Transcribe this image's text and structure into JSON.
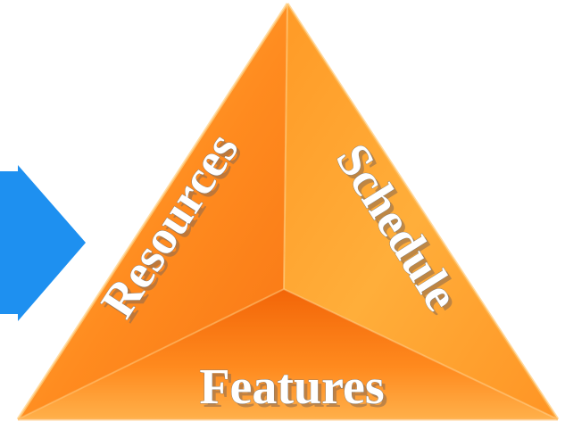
{
  "diagram": {
    "labels": {
      "left": "Resources",
      "right": "Schedule",
      "bottom": "Features"
    }
  },
  "colors": {
    "arrow": "#1E90F0",
    "face_light": "#FFB84A",
    "face_mid": "#FF8A1E",
    "face_dark": "#F26A08",
    "label_fill": "#FFFFFF"
  },
  "icons": {
    "arrow": "arrow-right-icon"
  }
}
